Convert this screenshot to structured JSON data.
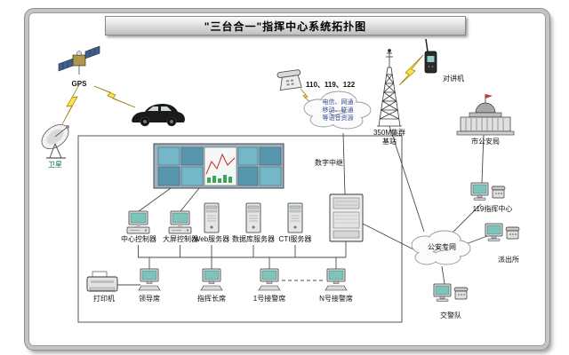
{
  "title": "\"三台合一\"指挥中心系统拓扑图",
  "labels": {
    "gps": "GPS",
    "satellite": "卫星",
    "walkie_talkie": "对讲机",
    "incoming_calls": "110、119、122",
    "digital_trunk": "数字中继",
    "base_station": "350M集群基站",
    "city_bureau": "市公安局",
    "fire_command": "119指挥中心",
    "police_network": "公安专网",
    "police_substation": "派出所",
    "traffic_police": "交警队",
    "center_controller": "中心控制器",
    "screen_controller": "大屏控制器",
    "web_server": "Web服务器",
    "db_server": "数据库服务器",
    "cti_server": "CTI服务器",
    "printer": "打印机",
    "leader_seat": "领导席",
    "commander_seat": "指挥长席",
    "seat_1": "1号接警席",
    "seat_n": "N号接警席"
  },
  "voice_cloud": {
    "line1": "电信、网通",
    "line2": "移动、联通",
    "line3": "等语音资源"
  },
  "colors": {
    "screen_teal": "#7fc4bc",
    "lightning_yellow": "#ffe14a",
    "cloud_text_blue": "#3b4f9b",
    "frame_gray": "#c4c4c4"
  }
}
